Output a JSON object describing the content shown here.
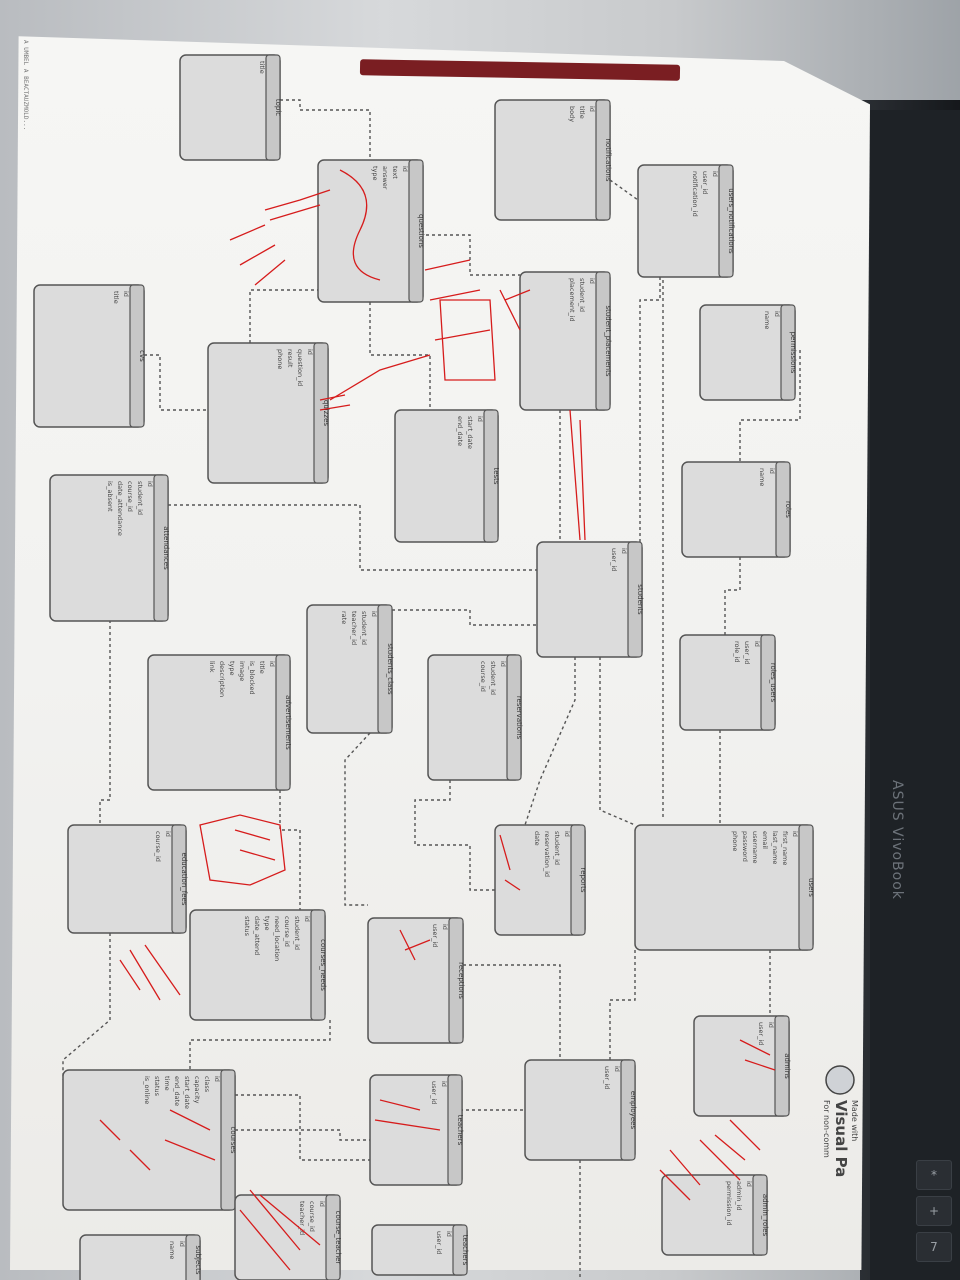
{
  "laptop": {
    "brand": "ASUS VivoBook",
    "keys": [
      "*",
      "+",
      "7"
    ]
  },
  "logo": {
    "made_with": "Made with",
    "name": "Visual Pa",
    "for": "For non-comm"
  },
  "side_strip": "A  UMBEL A  BEACTAUZMOLD...",
  "entities": [
    {
      "id": "topic",
      "title": "topic",
      "fields": [
        "title"
      ]
    },
    {
      "id": "notifications",
      "title": "notifications",
      "fields": [
        "id",
        "title",
        "body"
      ]
    },
    {
      "id": "users_notifications",
      "title": "users_notifications",
      "fields": [
        "id",
        "user_id",
        "notification_id"
      ]
    },
    {
      "id": "questions",
      "title": "questions",
      "fields": [
        "id",
        "text",
        "answer",
        "type"
      ]
    },
    {
      "id": "student_placements",
      "title": "student_placements",
      "fields": [
        "id",
        "student_id",
        "placement_id"
      ]
    },
    {
      "id": "permissions",
      "title": "permissions",
      "fields": [
        "id",
        "name"
      ]
    },
    {
      "id": "cvs",
      "title": "cvs",
      "fields": [
        "id",
        "title"
      ]
    },
    {
      "id": "quizzes",
      "title": "quizzes",
      "fields": [
        "id",
        "question_id",
        "result",
        "phone"
      ]
    },
    {
      "id": "tests",
      "title": "tests",
      "fields": [
        "id",
        "start_date",
        "end_date"
      ]
    },
    {
      "id": "roles",
      "title": "roles",
      "fields": [
        "id",
        "name"
      ]
    },
    {
      "id": "attendances",
      "title": "attendances",
      "fields": [
        "id",
        "student_id",
        "course_id",
        "date_attendance",
        "is_absent"
      ]
    },
    {
      "id": "students",
      "title": "students",
      "fields": [
        "id",
        "user_id"
      ]
    },
    {
      "id": "students_class",
      "title": "students_class",
      "fields": [
        "id",
        "student_id",
        "teacher_id",
        "rate"
      ]
    },
    {
      "id": "roles_users",
      "title": "roles_users",
      "fields": [
        "id",
        "user_id",
        "role_id"
      ]
    },
    {
      "id": "advertisements",
      "title": "advertisements",
      "fields": [
        "id",
        "title",
        "is_blocked",
        "image",
        "type",
        "description",
        "link"
      ]
    },
    {
      "id": "reservations",
      "title": "reservations",
      "fields": [
        "id",
        "student_id",
        "course_id"
      ]
    },
    {
      "id": "education_fees",
      "title": "education_fees",
      "fields": [
        "id",
        "course_id"
      ]
    },
    {
      "id": "reports",
      "title": "reports",
      "fields": [
        "id",
        "student_id",
        "reservation_id",
        "date"
      ]
    },
    {
      "id": "users",
      "title": "users",
      "fields": [
        "id",
        "first_name",
        "last_name",
        "email",
        "username",
        "password",
        "phone"
      ]
    },
    {
      "id": "courses_needs",
      "title": "courses_needs",
      "fields": [
        "id",
        "student_id",
        "course_id",
        "need_location",
        "type",
        "date_attend",
        "status"
      ]
    },
    {
      "id": "receptions",
      "title": "receptions",
      "fields": [
        "id",
        "user_id"
      ]
    },
    {
      "id": "admins",
      "title": "admins",
      "fields": [
        "id",
        "user_id"
      ]
    },
    {
      "id": "courses",
      "title": "courses",
      "fields": [
        "id",
        "class",
        "capacity",
        "start_date",
        "end_date",
        "time",
        "status",
        "is_online"
      ]
    },
    {
      "id": "teachers",
      "title": "teachers",
      "fields": [
        "id",
        "user_id"
      ]
    },
    {
      "id": "employees",
      "title": "employees",
      "fields": [
        "id",
        "user_id"
      ]
    },
    {
      "id": "admin_roles",
      "title": "admin_roles",
      "fields": [
        "id",
        "admin_id",
        "permission_id"
      ]
    },
    {
      "id": "course_teacher",
      "title": "course_teacher",
      "fields": [
        "id",
        "course_id",
        "teacher_id"
      ]
    },
    {
      "id": "subjects",
      "title": "subjects",
      "fields": [
        "id",
        "name"
      ]
    },
    {
      "id": "bottom_a",
      "title": "teachers",
      "fields": [
        "id",
        "user_id"
      ]
    }
  ]
}
